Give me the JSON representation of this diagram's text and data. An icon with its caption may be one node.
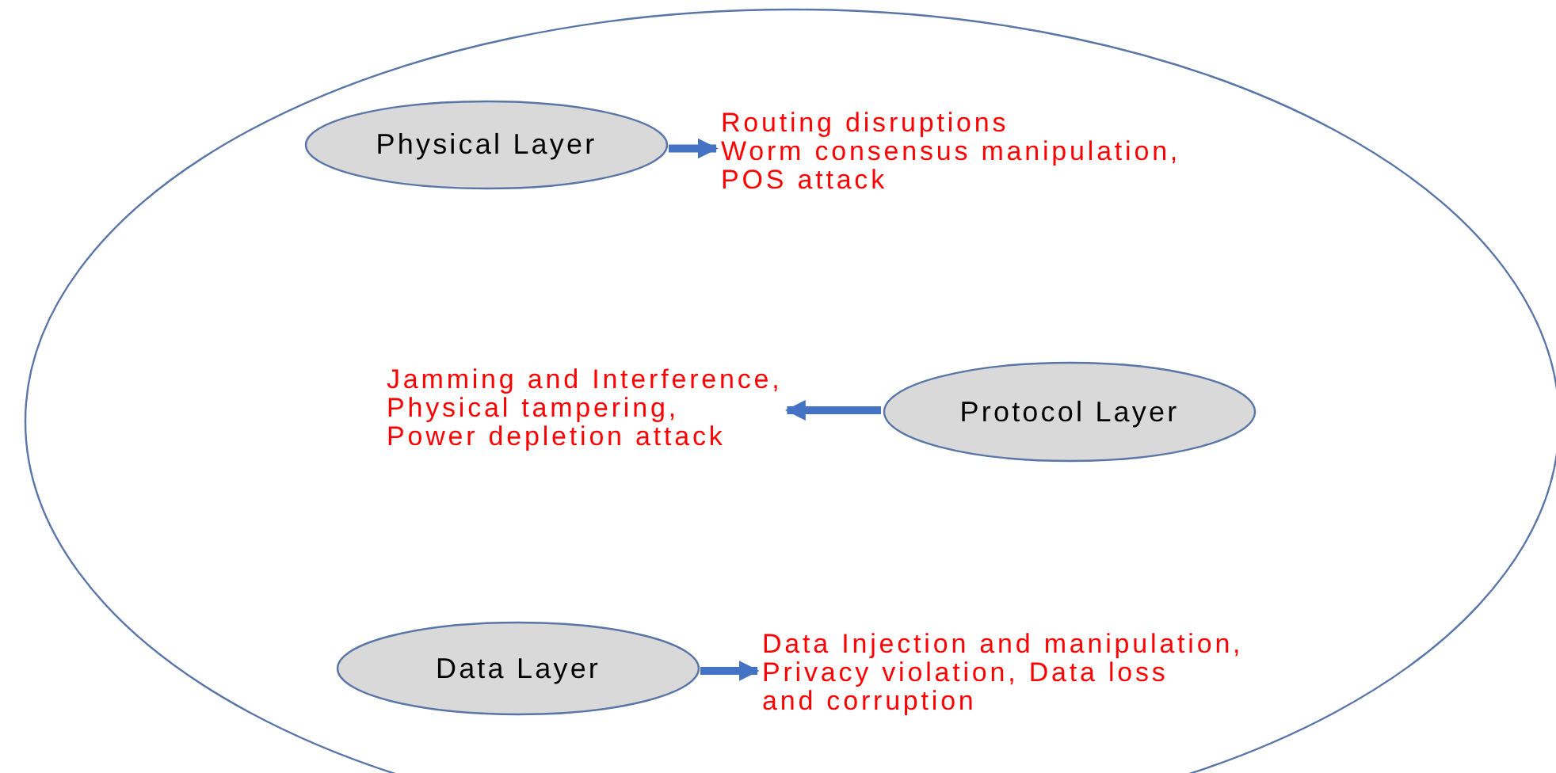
{
  "diagram": {
    "nodes": [
      {
        "text": [],
        "shape": "ellipse"
      },
      {
        "text": [
          "Physical Layer"
        ],
        "in": 0
      },
      {
        "text": [
          "Routing disruptions Worm consensus manipulation, POS attack"
        ],
        "in": 0
      },
      {
        "text": [
          "Jamming and Interference, Physical tampering, Power depletion attack"
        ],
        "in": 0
      },
      {
        "text": [
          "Protocol Layer"
        ],
        "in": 0
      },
      {
        "text": [
          "Data Layer"
        ],
        "in": 0
      },
      {
        "text": [
          "Data Injection and manipulation, Privacy violation, Data loss and corruption"
        ],
        "in": 0
      }
    ],
    "edges": [
      {
        "from": 1,
        "to": 2,
        "arrow": "to"
      },
      {
        "from": 4,
        "to": 3,
        "arrow": "to"
      },
      {
        "from": 5,
        "to": 6,
        "arrow": "to"
      }
    ]
  }
}
